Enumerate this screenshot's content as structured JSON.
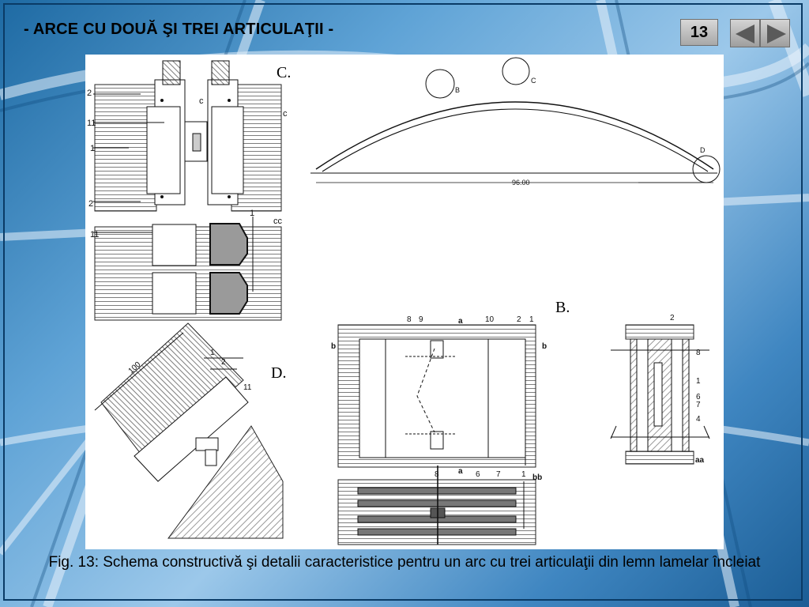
{
  "slide": {
    "title": "- ARCE CU DOUĂ ŞI TREI ARTICULAŢII -",
    "page_number": "13",
    "nav": {
      "prev_icon": "triangle-left-icon",
      "next_icon": "triangle-right-icon"
    }
  },
  "figure": {
    "panel_labels": {
      "c": "C.",
      "b": "B.",
      "d": "D."
    },
    "arch": {
      "span_label": "96.00",
      "callouts": [
        "B",
        "C",
        "D"
      ]
    },
    "detail_c": {
      "numbers": [
        "2",
        "11",
        "1",
        "2",
        "11",
        "1"
      ],
      "section_marks": [
        "c",
        "c",
        "cc"
      ]
    },
    "detail_b": {
      "numbers_top": [
        "8",
        "9",
        "10",
        "2",
        "1"
      ],
      "numbers_bottom": [
        "8",
        "6",
        "7",
        "1"
      ],
      "section_marks": [
        "a",
        "a",
        "b",
        "b",
        "bb"
      ]
    },
    "detail_aa": {
      "numbers": [
        "2",
        "8",
        "1",
        "6",
        "7",
        "4"
      ],
      "section_mark": "aa"
    },
    "detail_d": {
      "numbers": [
        "1",
        "2",
        "11"
      ],
      "dimension": "100"
    }
  },
  "caption": "Fig. 13: Schema constructivă şi detalii caracteristice pentru un arc cu trei articulaţii din lemn lamelar încleiat",
  "colors": {
    "accent": "#1e6aa3",
    "frame": "#0a3b66",
    "figure_bg": "#ffffff"
  }
}
